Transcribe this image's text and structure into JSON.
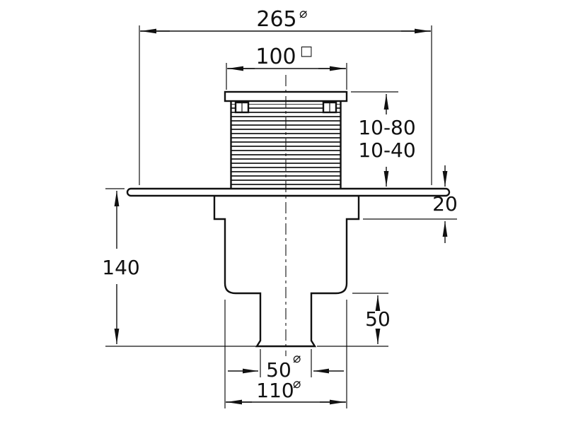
{
  "drawing": {
    "dim_flange_value": "265",
    "dim_flange_suffix": "⌀",
    "dim_grate_value": "100",
    "dim_grate_suffix": "□",
    "dim_adjust_range_1": "10-80",
    "dim_adjust_range_2": "10-40",
    "dim_collar_height": "20",
    "dim_install_height": "140",
    "dim_outlet_length": "50",
    "dim_outlet_dia_value": "50",
    "dim_outlet_dia_suffix": "⌀",
    "dim_body_dia_value": "110",
    "dim_body_dia_suffix": "⌀"
  }
}
